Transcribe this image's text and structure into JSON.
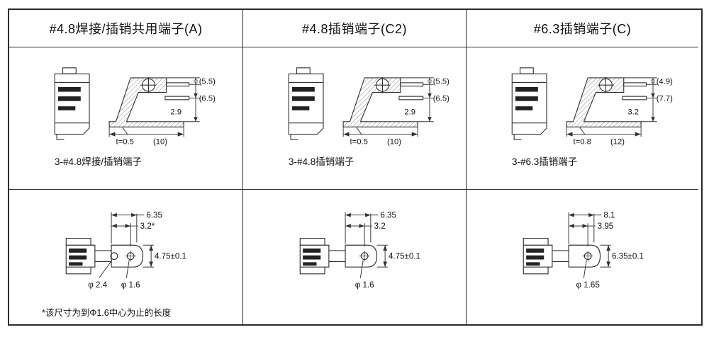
{
  "columns": [
    {
      "header": "#4.8焊接/插销共用端子(A)",
      "section": {
        "dim1": "(5.5)",
        "dim2": "(6.5)",
        "dim3": "2.9",
        "thickness": "t=0.5",
        "width": "(10)",
        "label": "3-#4.8焊接/插销端子"
      },
      "plan": {
        "dim1": "6.35",
        "dim2": "3.2*",
        "dim3": "4.75±0.1",
        "hole1": "φ 2.4",
        "hole2": "φ 1.6"
      }
    },
    {
      "header": "#4.8插销端子(C2)",
      "section": {
        "dim1": "(5.5)",
        "dim2": "(6.5)",
        "dim3": "2.9",
        "thickness": "t=0.5",
        "width": "(10)",
        "label": "3-#4.8插销端子"
      },
      "plan": {
        "dim1": "6.35",
        "dim2": "3.2",
        "dim3": "4.75±0.1",
        "hole2": "φ 1.6"
      }
    },
    {
      "header": "#6.3插销端子(C)",
      "section": {
        "dim1": "(4.9)",
        "dim2": "(7.7)",
        "dim3": "3.2",
        "thickness": "t=0.8",
        "width": "(12)",
        "label": "3-#6.3插销端子"
      },
      "plan": {
        "dim1": "8.1",
        "dim2": "3.95",
        "dim3": "6.35±0.1",
        "hole2": "φ 1.65"
      }
    }
  ],
  "footnote": "*该尺寸为到Φ1.6中心为止的长度"
}
